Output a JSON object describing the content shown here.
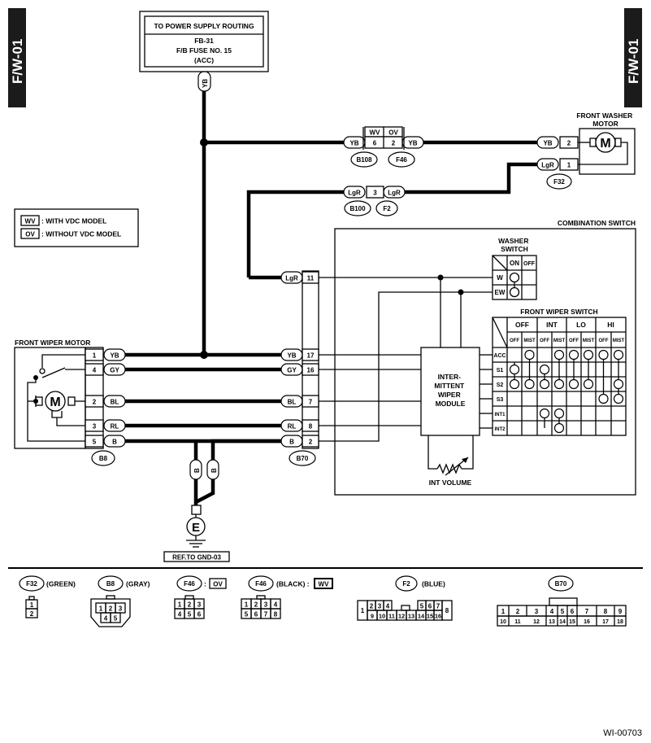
{
  "page": {
    "side_tag_left": "F/W-01",
    "side_tag_right": "F/W-01",
    "figure_id": "WI-00703"
  },
  "power_box": {
    "line1": "TO POWER SUPPLY ROUTING",
    "line2": "FB-31",
    "line3": "F/B FUSE NO. 15",
    "line4": "(ACC)"
  },
  "legend": {
    "wv_code": "WV",
    "wv_text": ": WITH VDC MODEL",
    "ov_code": "OV",
    "ov_text": ": WITHOUT VDC MODEL"
  },
  "components": {
    "washer_motor": "FRONT WASHER\nMOTOR",
    "combination_switch": "COMBINATION SWITCH",
    "washer_switch": "WASHER\nSWITCH",
    "front_wiper_switch": "FRONT WIPER SWITCH",
    "front_wiper_motor": "FRONT WIPER MOTOR",
    "int_module": "INTER-\nMITTENT\nWIPER\nMODULE",
    "int_volume": "INT VOLUME",
    "ground_ref": "REF.TO GND-03",
    "motor_symbol": "M",
    "ground_symbol": "E"
  },
  "wire_labels": {
    "yb": "YB",
    "lgr": "LgR",
    "gy": "GY",
    "bl": "BL",
    "rl": "RL",
    "b": "B"
  },
  "connectors": {
    "wv": "WV",
    "ov": "OV",
    "b108": "B108",
    "f46": "F46",
    "b100": "B100",
    "f2": "F2",
    "f32": "F32",
    "b8": "B8",
    "b70": "B70",
    "b108_pin": "6",
    "f46_pin": "2",
    "b100_f2_pin": "3",
    "f32_pin_yb": "2",
    "f32_pin_lgr": "1",
    "b8_pins": [
      "1",
      "4",
      "2",
      "3",
      "5"
    ],
    "b70_pins": [
      "11",
      "17",
      "16",
      "7",
      "8",
      "2"
    ]
  },
  "washer_switch_table": {
    "columns": [
      "ON",
      "OFF"
    ],
    "rows": [
      "W",
      "EW"
    ]
  },
  "wiper_switch_table": {
    "modes": [
      "OFF",
      "INT",
      "LO",
      "HI"
    ],
    "sub": [
      "OFF",
      "MIST"
    ],
    "rows": [
      "ACC",
      "S1",
      "S2",
      "S3",
      "INT1",
      "INT2"
    ]
  },
  "connector_views": {
    "f32": {
      "code": "F32",
      "desc": "(GREEN)",
      "pins": [
        "1",
        "2"
      ]
    },
    "b8": {
      "code": "B8",
      "desc": "(GRAY)",
      "pins": [
        "1",
        "2",
        "3",
        "4",
        "5"
      ]
    },
    "f46_ov": {
      "code": "F46",
      "sep": ":",
      "tag": "OV",
      "pins": [
        "1",
        "2",
        "3",
        "4",
        "5",
        "6"
      ]
    },
    "f46_wv": {
      "code": "F46",
      "desc": "(BLACK) :",
      "tag": "WV",
      "pins": [
        "1",
        "2",
        "3",
        "4",
        "5",
        "6",
        "7",
        "8"
      ]
    },
    "f2": {
      "code": "F2",
      "desc": "(BLUE)",
      "pins": [
        "1",
        "2",
        "3",
        "4",
        "5",
        "6",
        "7",
        "8",
        "9",
        "10",
        "11",
        "12",
        "13",
        "14",
        "15",
        "16"
      ]
    },
    "b70": {
      "code": "B70",
      "pins": [
        "1",
        "2",
        "3",
        "4",
        "5",
        "6",
        "7",
        "8",
        "9",
        "10",
        "11",
        "12",
        "13",
        "14",
        "15",
        "16",
        "17",
        "18"
      ]
    }
  }
}
